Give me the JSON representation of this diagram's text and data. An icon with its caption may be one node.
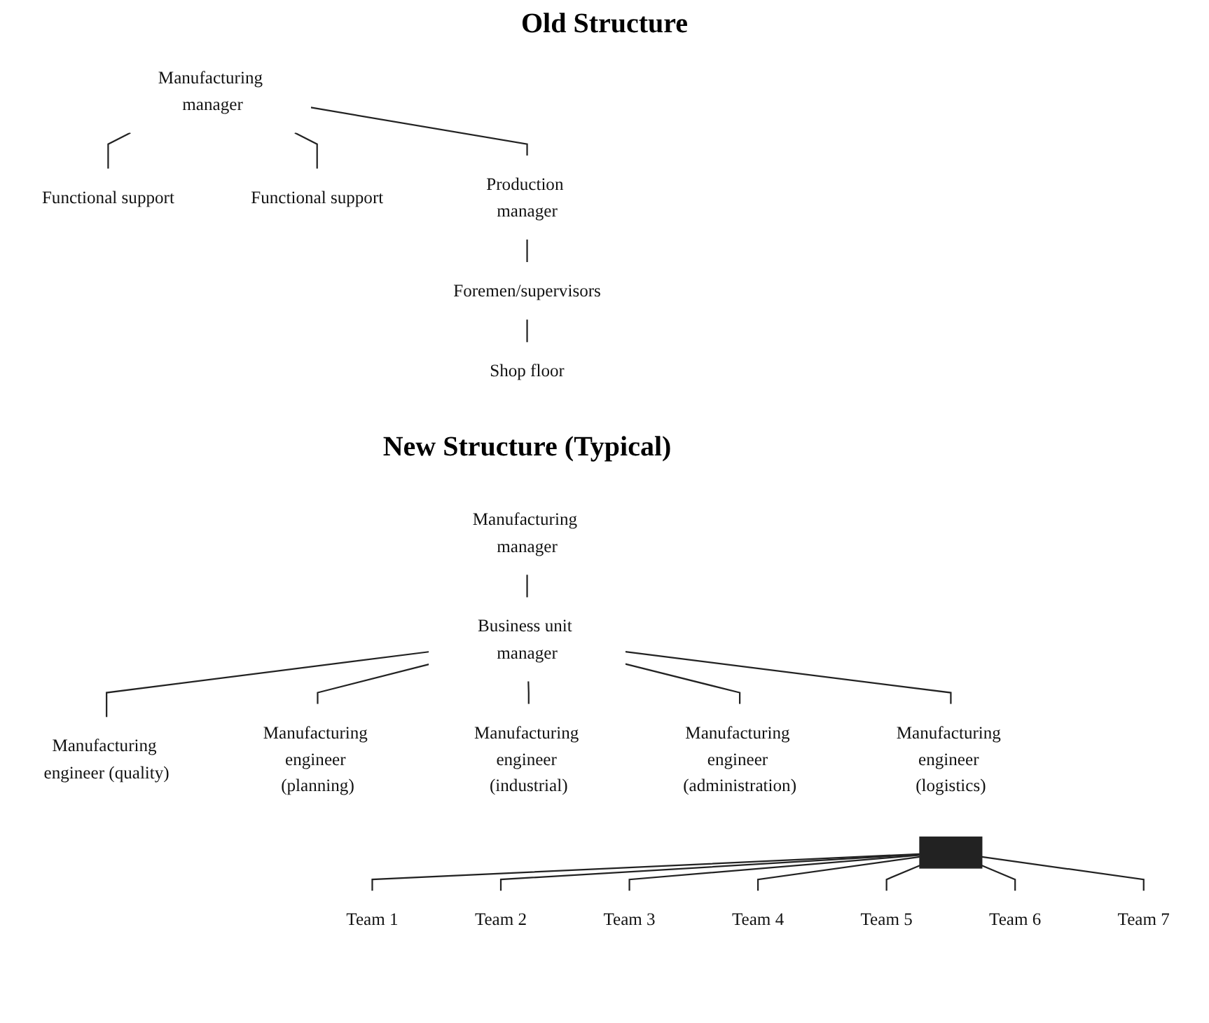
{
  "diagram": {
    "nodes": [
      {
        "text": [
          "Functional support"
        ]
      },
      {
        "text": [
          "Manufacturing manager"
        ]
      },
      {
        "text": [
          "Functional support"
        ]
      },
      {
        "text": [
          "Production manager"
        ]
      },
      {
        "text": [
          "Foremen/supervisors"
        ]
      },
      {
        "text": [
          "Shop floor"
        ]
      },
      {
        "text": [
          "Manufacturing manager"
        ]
      },
      {
        "text": [
          "Business unit manager"
        ]
      },
      {
        "text": [
          "Manufacturing engineer (quality)"
        ]
      },
      {
        "text": [
          "Manufacturing engineer (planning)"
        ]
      },
      {
        "text": [
          "Manufacturing engineer (industrial)"
        ]
      },
      {
        "text": [
          "Manufacturing engineer (administration)"
        ]
      },
      {
        "text": [
          "Manufacturing engineer (logistics)"
        ]
      },
      {
        "text": [],
        "shape": "bar"
      },
      {
        "text": [
          "Team 1"
        ]
      },
      {
        "text": [
          "Team 2"
        ]
      },
      {
        "text": [
          "Team 3"
        ]
      },
      {
        "text": [
          "Team 4"
        ]
      },
      {
        "text": [
          "Team 5"
        ]
      },
      {
        "text": [
          "Team 6"
        ]
      },
      {
        "text": [
          "Team 7"
        ]
      }
    ],
    "edges": [
      {
        "from": 1,
        "to": 0,
        "arrow": "none"
      },
      {
        "from": 1,
        "to": 2,
        "arrow": "none"
      },
      {
        "from": 1,
        "to": 3,
        "arrow": "none"
      },
      {
        "from": 3,
        "to": 4,
        "arrow": "none"
      },
      {
        "from": 4,
        "to": 5,
        "arrow": "none"
      },
      {
        "from": 6,
        "to": 7,
        "arrow": "none"
      },
      {
        "from": 7,
        "to": 8,
        "arrow": "none"
      },
      {
        "from": 7,
        "to": 9,
        "arrow": "none"
      },
      {
        "from": 7,
        "to": 10,
        "arrow": "none"
      },
      {
        "from": 7,
        "to": 11,
        "arrow": "none"
      },
      {
        "from": 7,
        "to": 12,
        "arrow": "none"
      },
      {
        "from": 13,
        "to": 14,
        "arrow": "none"
      },
      {
        "from": 13,
        "to": 15,
        "arrow": "none"
      },
      {
        "from": 13,
        "to": 16,
        "arrow": "none"
      },
      {
        "from": 13,
        "to": 17,
        "arrow": "none"
      },
      {
        "from": 13,
        "to": 18,
        "arrow": "none"
      },
      {
        "from": 13,
        "to": 19,
        "arrow": "none"
      },
      {
        "from": 13,
        "to": 20,
        "arrow": "none"
      }
    ],
    "labels": [
      "Old Structure",
      "New Structure (Typical)"
    ]
  }
}
